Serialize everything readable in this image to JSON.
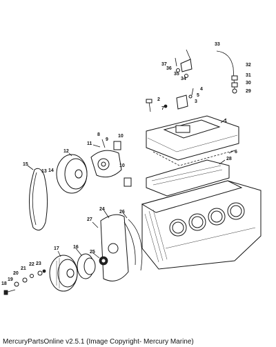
{
  "footer": "MercuryPartsOnline v2.5.1 (Image Copyright- Mercury Marine)",
  "callouts": {
    "n1": "1",
    "n2": "2",
    "n3": "3",
    "n4": "4",
    "n5": "5",
    "n6": "6",
    "n7": "7",
    "n8": "8",
    "n9": "9",
    "n10a": "10",
    "n10b": "10",
    "n11": "11",
    "n12": "12",
    "n13": "13",
    "n14": "14",
    "n15": "15",
    "n16": "16",
    "n17": "17",
    "n18": "18",
    "n19": "19",
    "n20": "20",
    "n21": "21",
    "n22": "22",
    "n23": "23",
    "n24": "24",
    "n25": "25",
    "n26": "26",
    "n27": "27",
    "n28": "28",
    "n29": "29",
    "n30": "30",
    "n31": "31",
    "n32": "32",
    "n33": "33",
    "n34": "34",
    "n35": "35",
    "n36": "36",
    "n37": "37"
  }
}
